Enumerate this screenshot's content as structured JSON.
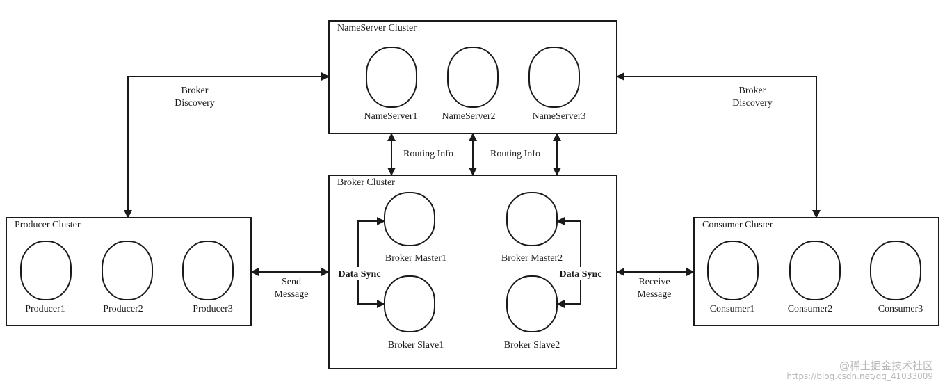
{
  "nameserver_cluster": {
    "title": "NameServer Cluster",
    "nodes": [
      "NameServer1",
      "NameServer2",
      "NameServer3"
    ]
  },
  "broker_cluster": {
    "title": "Broker Cluster",
    "master1": "Broker Master1",
    "master2": "Broker Master2",
    "slave1": "Broker Slave1",
    "slave2": "Broker Slave2",
    "data_sync_left": "Data Sync",
    "data_sync_right": "Data Sync"
  },
  "producer_cluster": {
    "title": "Producer Cluster",
    "nodes": [
      "Producer1",
      "Producer2",
      "Producer3"
    ]
  },
  "consumer_cluster": {
    "title": "Consumer Cluster",
    "nodes": [
      "Consumer1",
      "Consumer2",
      "Consumer3"
    ]
  },
  "edges": {
    "broker_discovery_left": [
      "Broker",
      "Discovery"
    ],
    "broker_discovery_right": [
      "Broker",
      "Discovery"
    ],
    "routing_info_left": "Routing Info",
    "routing_info_right": "Routing Info",
    "send_message": [
      "Send",
      "Message"
    ],
    "receive_message": [
      "Receive",
      "Message"
    ]
  },
  "watermark": {
    "url": "https://blog.csdn.net/qq_41033009",
    "brand": "@稀土掘金技术社区"
  }
}
